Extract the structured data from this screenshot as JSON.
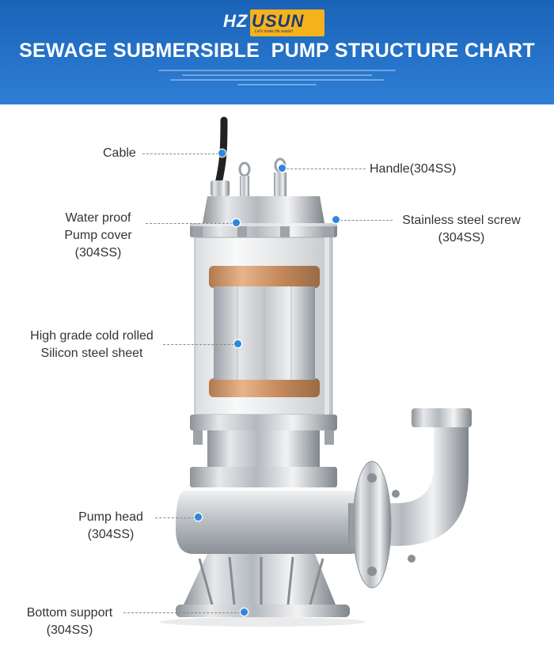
{
  "brand": {
    "left": "HZ",
    "right": "USUN",
    "tagline": "Let's make life easier!"
  },
  "header": {
    "title": "SEWAGE SUBMERSIBLE  PUMP STRUCTURE CHART"
  },
  "labels": {
    "cable": "Cable",
    "handle": "Handle(304SS)",
    "cover_line1": "Water proof",
    "cover_line2": "Pump cover",
    "cover_line3": "(304SS)",
    "screw_line1": "Stainless steel screw",
    "screw_line2": "(304SS)",
    "silicon_line1": "High grade cold rolled",
    "silicon_line2": "Silicon steel sheet",
    "head_line1": "Pump head",
    "head_line2": "(304SS)",
    "bottom_line1": "Bottom support",
    "bottom_line2": "(304SS)"
  },
  "colors": {
    "header_blue": "#1f6cc2",
    "logo_gold": "#f5b21b",
    "marker_blue": "#2f86e0"
  }
}
